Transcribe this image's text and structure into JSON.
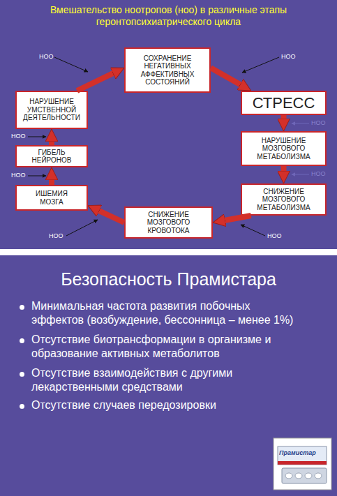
{
  "diagram": {
    "title": "Вмешательство ноотропов (ноо) в различные этапы геронтопсихиатрического цикла",
    "nodes": [
      {
        "text": [
          "СОХРАНЕНИЕ НЕГАТИВНЫХ АФФЕКТИВНЫХ СОСТОЯНИЙ"
        ]
      },
      {
        "text": [
          "СТРЕСС"
        ]
      },
      {
        "text": [
          "НАРУШЕНИЕ МОЗГОВОГО МЕТАБОЛИЗМА"
        ]
      },
      {
        "text": [
          "СНИЖЕНИЕ МОЗГОВОГО МЕТАБОЛИЗМА"
        ]
      },
      {
        "text": [
          "СНИЖЕНИЕ МОЗГОВОГО КРОВОТОКА"
        ]
      },
      {
        "text": [
          "ИШЕМИЯ МОЗГА"
        ]
      },
      {
        "text": [
          "ГИБЕЛЬ НЕЙРОНОВ"
        ]
      },
      {
        "text": [
          "НАРУШЕНИЕ УМСТВЕННОЙ ДЕЯТЕЛЬНОСТИ"
        ]
      }
    ],
    "edges": [
      {
        "from": 0,
        "to": 1,
        "arrow": "to"
      },
      {
        "from": 1,
        "to": 2,
        "arrow": "to"
      },
      {
        "from": 2,
        "to": 3,
        "arrow": "to"
      },
      {
        "from": 3,
        "to": 4,
        "arrow": "to"
      },
      {
        "from": 4,
        "to": 5,
        "arrow": "to"
      },
      {
        "from": 5,
        "to": 6,
        "arrow": "to"
      },
      {
        "from": 6,
        "to": 7,
        "arrow": "to"
      },
      {
        "from": 7,
        "to": 0,
        "arrow": "to"
      }
    ],
    "labels": [
      "НОО",
      "НОО",
      "НОО",
      "НОО",
      "НОО",
      "НОО",
      "НОО",
      "НОО",
      "Безопасность Прамистара",
      "Минимальная частота развития побочных эффектов (возбуждение, бессонница – менее 1%)",
      "Отсутствие биотрансформации в организме и образование активных метаболитов",
      "Отсутствие взаимодействия с другими лекарственными средствами",
      "Отсутствие случаев передозировки",
      "Прамистар"
    ]
  }
}
